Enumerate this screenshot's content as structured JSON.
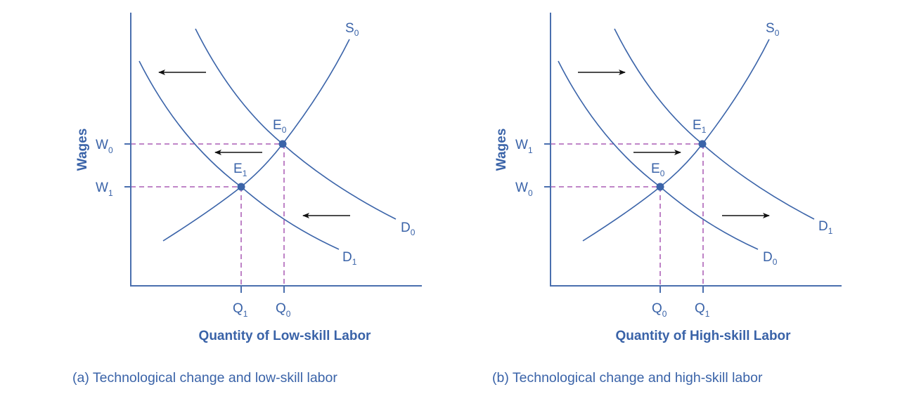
{
  "colors": {
    "curve": "#3b64a9",
    "axis": "#4a6fae",
    "guide": "#9b3fa7",
    "arrow": "#111111",
    "text": "#3a63a8"
  },
  "chart_data": [
    {
      "type": "line",
      "panel": "a",
      "caption": "(a) Technological change and low-skill labor",
      "xlabel": "Quantity of Low-skill Labor",
      "ylabel": "Wages",
      "x_ticks": [
        {
          "label": "Q",
          "sub": "1"
        },
        {
          "label": "Q",
          "sub": "0"
        }
      ],
      "y_ticks": [
        {
          "label": "W",
          "sub": "0"
        },
        {
          "label": "W",
          "sub": "1"
        }
      ],
      "series": [
        {
          "name": "S0",
          "label": "S",
          "sub": "0",
          "kind": "supply"
        },
        {
          "name": "D0",
          "label": "D",
          "sub": "0",
          "kind": "demand-original"
        },
        {
          "name": "D1",
          "label": "D",
          "sub": "1",
          "kind": "demand-shifted-left"
        }
      ],
      "points": [
        {
          "name": "E0",
          "label": "E",
          "sub": "0",
          "at": [
            "Q0",
            "W0"
          ]
        },
        {
          "name": "E1",
          "label": "E",
          "sub": "1",
          "at": [
            "Q1",
            "W1"
          ]
        }
      ],
      "shift_direction": "left",
      "annotation": "Demand for low-skill labor shifts left from D0 to D1; wage falls from W0 to W1 and quantity falls from Q0 to Q1",
      "grid": false
    },
    {
      "type": "line",
      "panel": "b",
      "caption": "(b) Technological change and high-skill labor",
      "xlabel": "Quantity of High-skill Labor",
      "ylabel": "Wages",
      "x_ticks": [
        {
          "label": "Q",
          "sub": "0"
        },
        {
          "label": "Q",
          "sub": "1"
        }
      ],
      "y_ticks": [
        {
          "label": "W",
          "sub": "1"
        },
        {
          "label": "W",
          "sub": "0"
        }
      ],
      "series": [
        {
          "name": "S0",
          "label": "S",
          "sub": "0",
          "kind": "supply"
        },
        {
          "name": "D1",
          "label": "D",
          "sub": "1",
          "kind": "demand-shifted-right"
        },
        {
          "name": "D0",
          "label": "D",
          "sub": "0",
          "kind": "demand-original"
        }
      ],
      "points": [
        {
          "name": "E1",
          "label": "E",
          "sub": "1",
          "at": [
            "Q1",
            "W1"
          ]
        },
        {
          "name": "E0",
          "label": "E",
          "sub": "0",
          "at": [
            "Q0",
            "W0"
          ]
        }
      ],
      "shift_direction": "right",
      "annotation": "Demand for high-skill labor shifts right from D0 to D1; wage rises from W0 to W1 and quantity rises from Q0 to Q1",
      "grid": false
    }
  ]
}
